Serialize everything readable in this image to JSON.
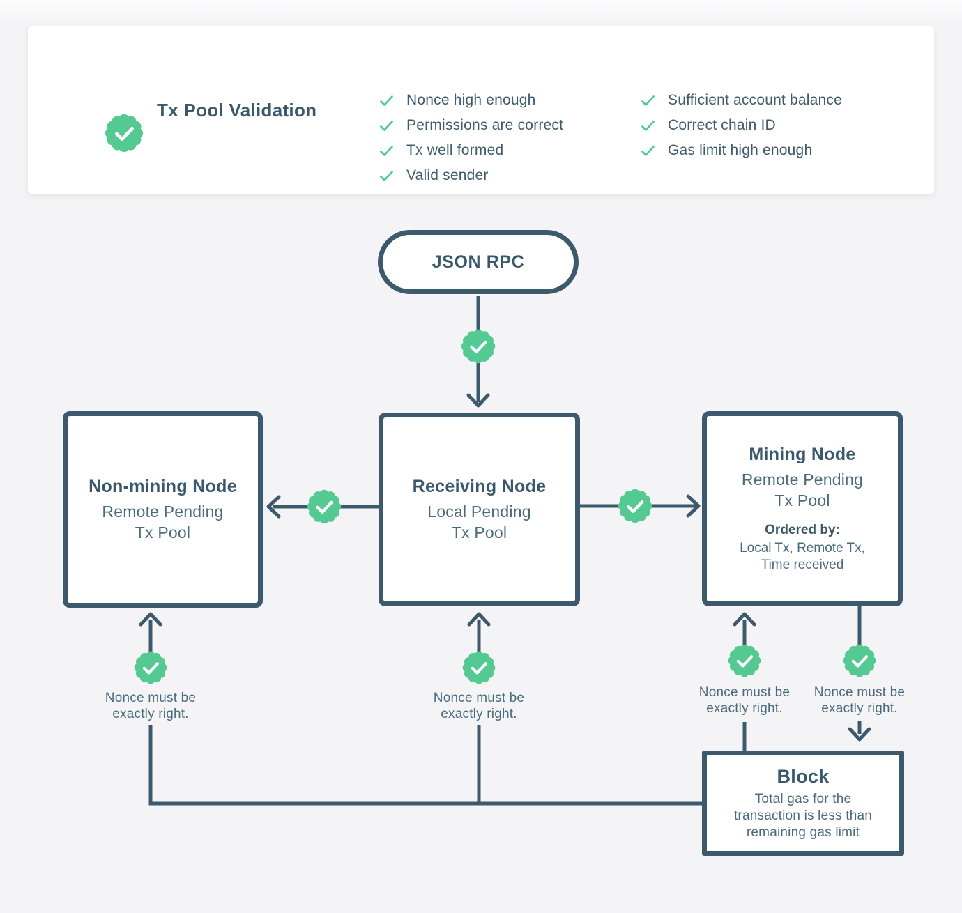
{
  "colors": {
    "slate": "#3D5A6C",
    "heading_text": "#3A586B",
    "body_text": "#4A6B7C",
    "green": "#55C992",
    "card_background": "#FFFFFF",
    "page_background": "#F4F4F6"
  },
  "validation_card": {
    "title": "Tx Pool Validation",
    "badge_icon": "seal-check-icon",
    "checks_left": [
      "Nonce high enough",
      "Permissions are correct",
      "Tx well formed",
      "Valid sender"
    ],
    "checks_right": [
      "Sufficient account balance",
      "Correct chain ID",
      "Gas limit high enough"
    ]
  },
  "flow": {
    "json_rpc": {
      "label": "JSON RPC"
    },
    "non_mining_node": {
      "title": "Non-mining Node",
      "subtitle_line1": "Remote Pending",
      "subtitle_line2": "Tx Pool"
    },
    "receiving_node": {
      "title": "Receiving Node",
      "subtitle_line1": "Local Pending",
      "subtitle_line2": "Tx Pool"
    },
    "mining_node": {
      "title": "Mining Node",
      "subtitle_line1": "Remote Pending",
      "subtitle_line2": "Tx Pool",
      "ordered_by_label": "Ordered by:",
      "ordered_by_line1": "Local Tx, Remote Tx,",
      "ordered_by_line2": "Time received"
    },
    "block": {
      "title": "Block",
      "note_line1": "Total gas for the",
      "note_line2": "transaction is less than",
      "note_line3": "remaining gas limit"
    },
    "nonce_note": {
      "line1": "Nonce must be",
      "line2": "exactly right."
    }
  }
}
